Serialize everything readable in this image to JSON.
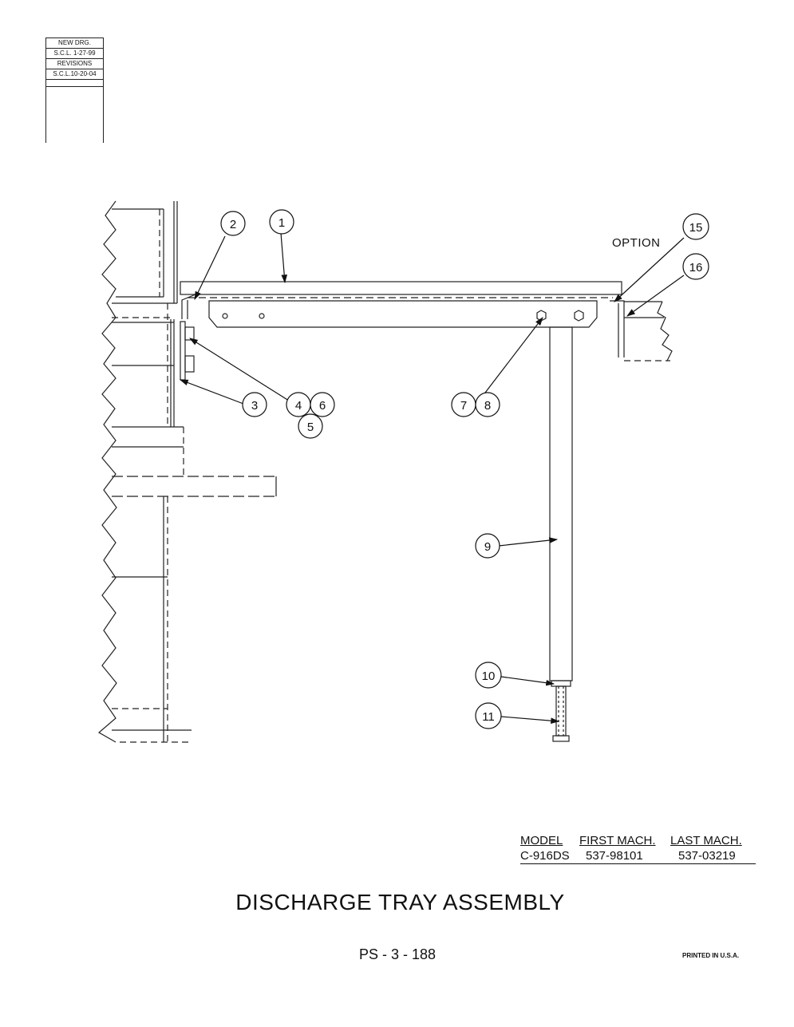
{
  "revision_block": {
    "new_drg_label": "NEW DRG.",
    "new_drg_value": "S.C.L. 1-27-99",
    "revisions_label": "REVISIONS",
    "revisions_value": "S.C.L.10-20-04"
  },
  "option_label": "OPTION",
  "callouts": [
    "1",
    "2",
    "3",
    "4",
    "5",
    "6",
    "7",
    "8",
    "9",
    "10",
    "11",
    "15",
    "16"
  ],
  "model_table": {
    "headers": [
      "MODEL",
      "FIRST MACH.",
      "LAST MACH."
    ],
    "rows": [
      [
        "C-916DS",
        "537-98101",
        "537-03219"
      ]
    ]
  },
  "title": "DISCHARGE TRAY ASSEMBLY",
  "page_number": "PS - 3 - 188",
  "printed": "PRINTED IN U.S.A."
}
